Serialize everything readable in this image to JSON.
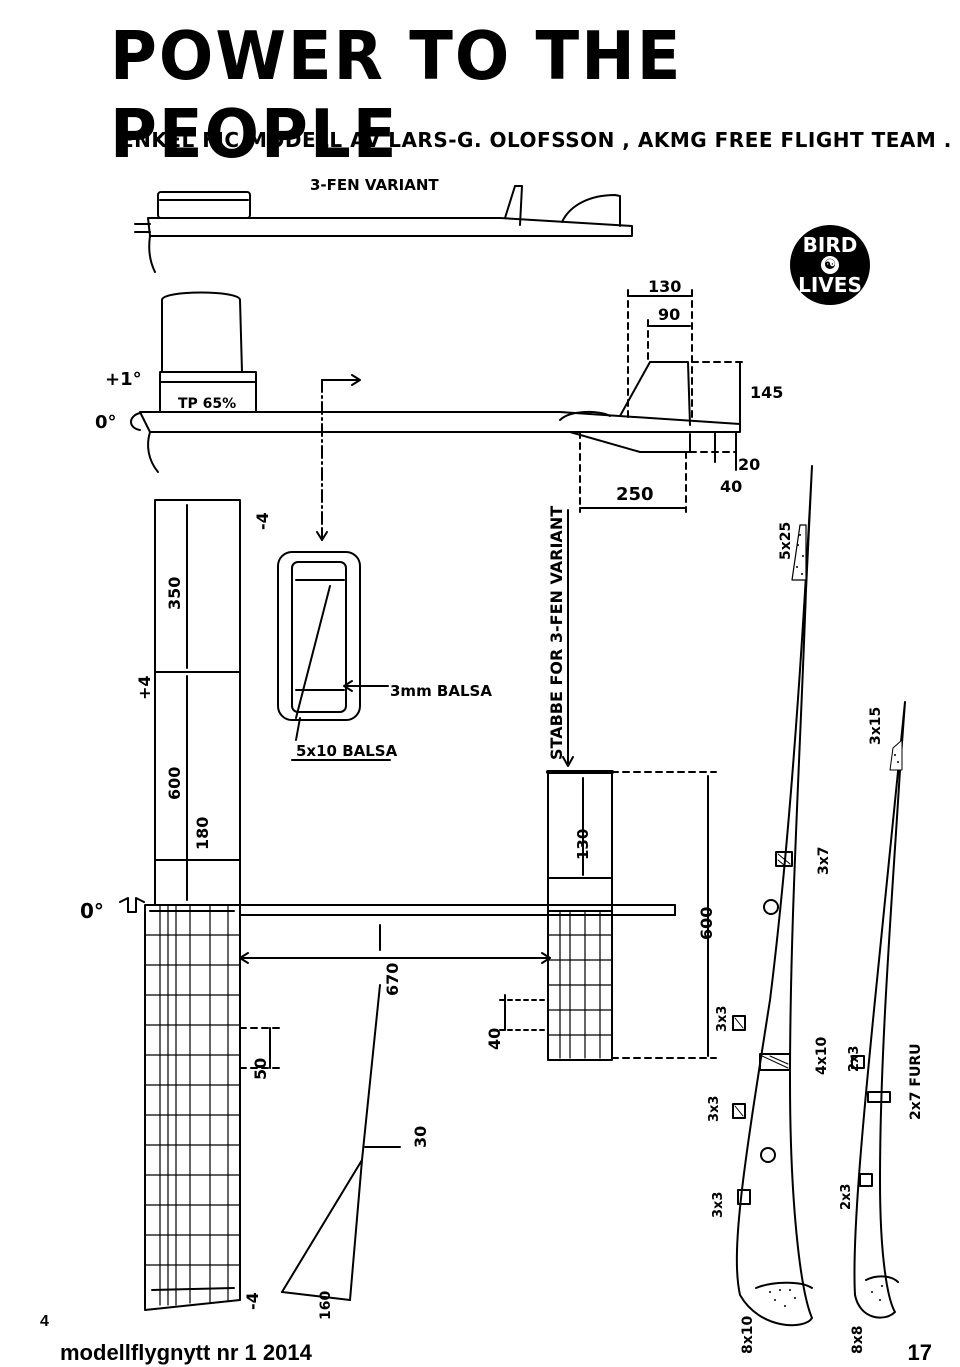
{
  "title": "POWER TO THE PEOPLE",
  "subtitle": "ENKEL FIC MODELL AV LARS-G. OLOFSSON , AKMG FREE FLIGHT TEAM .",
  "logo": {
    "line1": "BIRD",
    "line2": "LIVES",
    "icon": "yin-yang-icon"
  },
  "labels": {
    "variant": "3-FEN VARIANT",
    "incidence_plus": "+1°",
    "incidence_zero_top": "0°",
    "incidence_zero_wing": "0°",
    "tp_percent": "TP 65%",
    "dim_130": "130",
    "dim_90": "90",
    "dim_145": "145",
    "dim_20": "20",
    "dim_40_fus": "40",
    "dim_250": "250",
    "dim_neg4_top": "-4",
    "dim_350": "350",
    "dim_plus4": "+4",
    "dim_600_wing": "600",
    "dim_180": "180",
    "dim_50": "50",
    "dim_670": "670",
    "dim_30": "30",
    "dim_160": "160",
    "dim_neg4_bottom": "-4",
    "dim_130_stab": "130",
    "dim_600_stab": "600",
    "dim_40_stab": "40",
    "balsa_3mm": "3mm BALSA",
    "balsa_5x10": "5x10 BALSA",
    "stabbe": "STABBE FOR 3-FEN VARIANT",
    "spar_5x25": "5x25",
    "spar_3x7": "3x7",
    "spar_3x3_a": "3x3",
    "spar_4x10": "4x10",
    "spar_3x3_b": "3x3",
    "spar_3x3_c": "3x3",
    "spar_8x10": "8x10",
    "spar_3x15": "3x15",
    "spar_2x3_a": "2x3",
    "spar_2x7": "2x7 FURU",
    "spar_2x3_b": "2x3",
    "spar_8x8": "8x8"
  },
  "footer": {
    "page_left_num": "4",
    "magazine": "modellflygnytt nr 1 2014",
    "page_right_num": "17"
  }
}
